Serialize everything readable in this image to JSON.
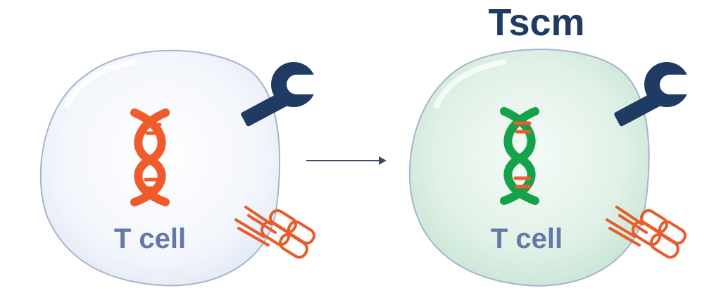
{
  "diagram": {
    "title": "Tscm",
    "left_cell": {
      "label": "T cell"
    },
    "right_cell": {
      "label": "T cell"
    },
    "colors": {
      "navy": "#1f3b63",
      "label_blue": "#6479a6",
      "dna_orange": "#ef5b2b",
      "dna_green": "#14a24a",
      "receptor_orange": "#e85b2a",
      "cell_outline": "#a8b2cf",
      "arrow": "#3a4a63"
    },
    "icons": {
      "left_receptor": "keyhole-receptor-icon",
      "right_receptor": "keyhole-receptor-icon",
      "left_dna": "dna-helix-icon",
      "right_dna": "dna-helix-icon",
      "left_antibody": "t-cell-receptor-icon",
      "right_antibody": "t-cell-receptor-icon"
    }
  }
}
